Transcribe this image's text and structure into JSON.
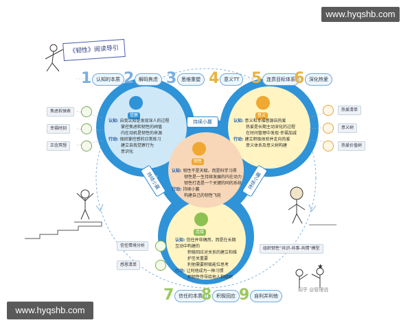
{
  "watermark": "www.hyqshb.com",
  "title": "《韧性》阅读导引",
  "steps_top": [
    {
      "num": "1",
      "label": "认知的本质",
      "color": "#7aaee0"
    },
    {
      "num": "2",
      "label": "解码焦虑",
      "color": "#7aaee0"
    },
    {
      "num": "3",
      "label": "思维重塑",
      "color": "#7aaee0"
    },
    {
      "num": "4",
      "label": "意义TT",
      "color": "#e7b343"
    },
    {
      "num": "5",
      "label": "连贯目标体系",
      "color": "#e7b343"
    },
    {
      "num": "6",
      "label": "深化热爱",
      "color": "#e7b343"
    }
  ],
  "steps_bottom": [
    {
      "num": "7",
      "label": "信任的本质",
      "color": "#9bc95a"
    },
    {
      "num": "8",
      "label": "积极回应",
      "color": "#9bc95a"
    },
    {
      "num": "9",
      "label": "自利并利他",
      "color": "#9bc95a"
    }
  ],
  "left_tags": [
    "焦虑拆弹表",
    "幸福时刻",
    "正念冥想"
  ],
  "right_tags": [
    "热爱清单",
    "意义树",
    "热爱价值树"
  ],
  "bottom_left_tags": [
    "信任情境分析",
    "感恩清单"
  ],
  "bottom_right_tag": "组织韧性“共识-共事-共情”模型",
  "blob_left": {
    "badge": "觉察",
    "lines": [
      {
        "key": "认知:",
        "text": "自我认知是发现深人的过程"
      },
      {
        "key": "",
        "text": "掌控焦虑和韧性的阀值"
      },
      {
        "key": "",
        "text": "内在动机是韧性的来源"
      },
      {
        "key": "行动:",
        "text": "很抓掌控感的日常练习"
      },
      {
        "key": "",
        "text": "建立自我觉察行为"
      },
      {
        "key": "",
        "text": "意识化"
      }
    ]
  },
  "blob_right": {
    "badge": "意义",
    "lines": [
      {
        "key": "认知:",
        "text": "意义和幸福感源自热爱"
      },
      {
        "key": "",
        "text": "热爱是长期主动深化的过程"
      },
      {
        "key": "",
        "text": "在时间管理中发现·幸福加减"
      },
      {
        "key": "行动:",
        "text": "建立积极体验并走向热爱"
      },
      {
        "key": "",
        "text": "意义体系及意义树构建"
      }
    ]
  },
  "blob_center": {
    "badge": "韧性",
    "lines": [
      {
        "key": "认知:",
        "text": "韧性不是天赋，而是科学习得"
      },
      {
        "key": "",
        "text": "韧性是一生持续发展的内在动力"
      },
      {
        "key": "",
        "text": "韧性打造是一个关键的同的系统"
      },
      {
        "key": "行动:",
        "text": "持续小赢"
      },
      {
        "key": "",
        "text": "构建自己的韧性飞轮"
      }
    ]
  },
  "blob_bottom": {
    "badge": "连接",
    "lines": [
      {
        "key": "认知:",
        "text": "信任并非偶然，而是在长期互动中构建的"
      },
      {
        "key": "",
        "text": "积极回应对关系的建立和维护至关重要"
      },
      {
        "key": "",
        "text": "利他需要积极能位思考"
      },
      {
        "key": "行动:",
        "text": "让利他成为一种习惯"
      },
      {
        "key": "",
        "text": "把韧性传导给他人和组织"
      }
    ]
  },
  "banners": {
    "top": "持续小赢",
    "left": "持续小赢",
    "right": "持续小赢"
  },
  "corner_credit": "知乎 @管理说",
  "colors": {
    "blue": "#2f93d8",
    "light_blue": "#cfe8f7",
    "peach": "#f7d7b8",
    "yellow": "#fff4c2",
    "orange": "#f0a830",
    "green": "#8cc152"
  }
}
